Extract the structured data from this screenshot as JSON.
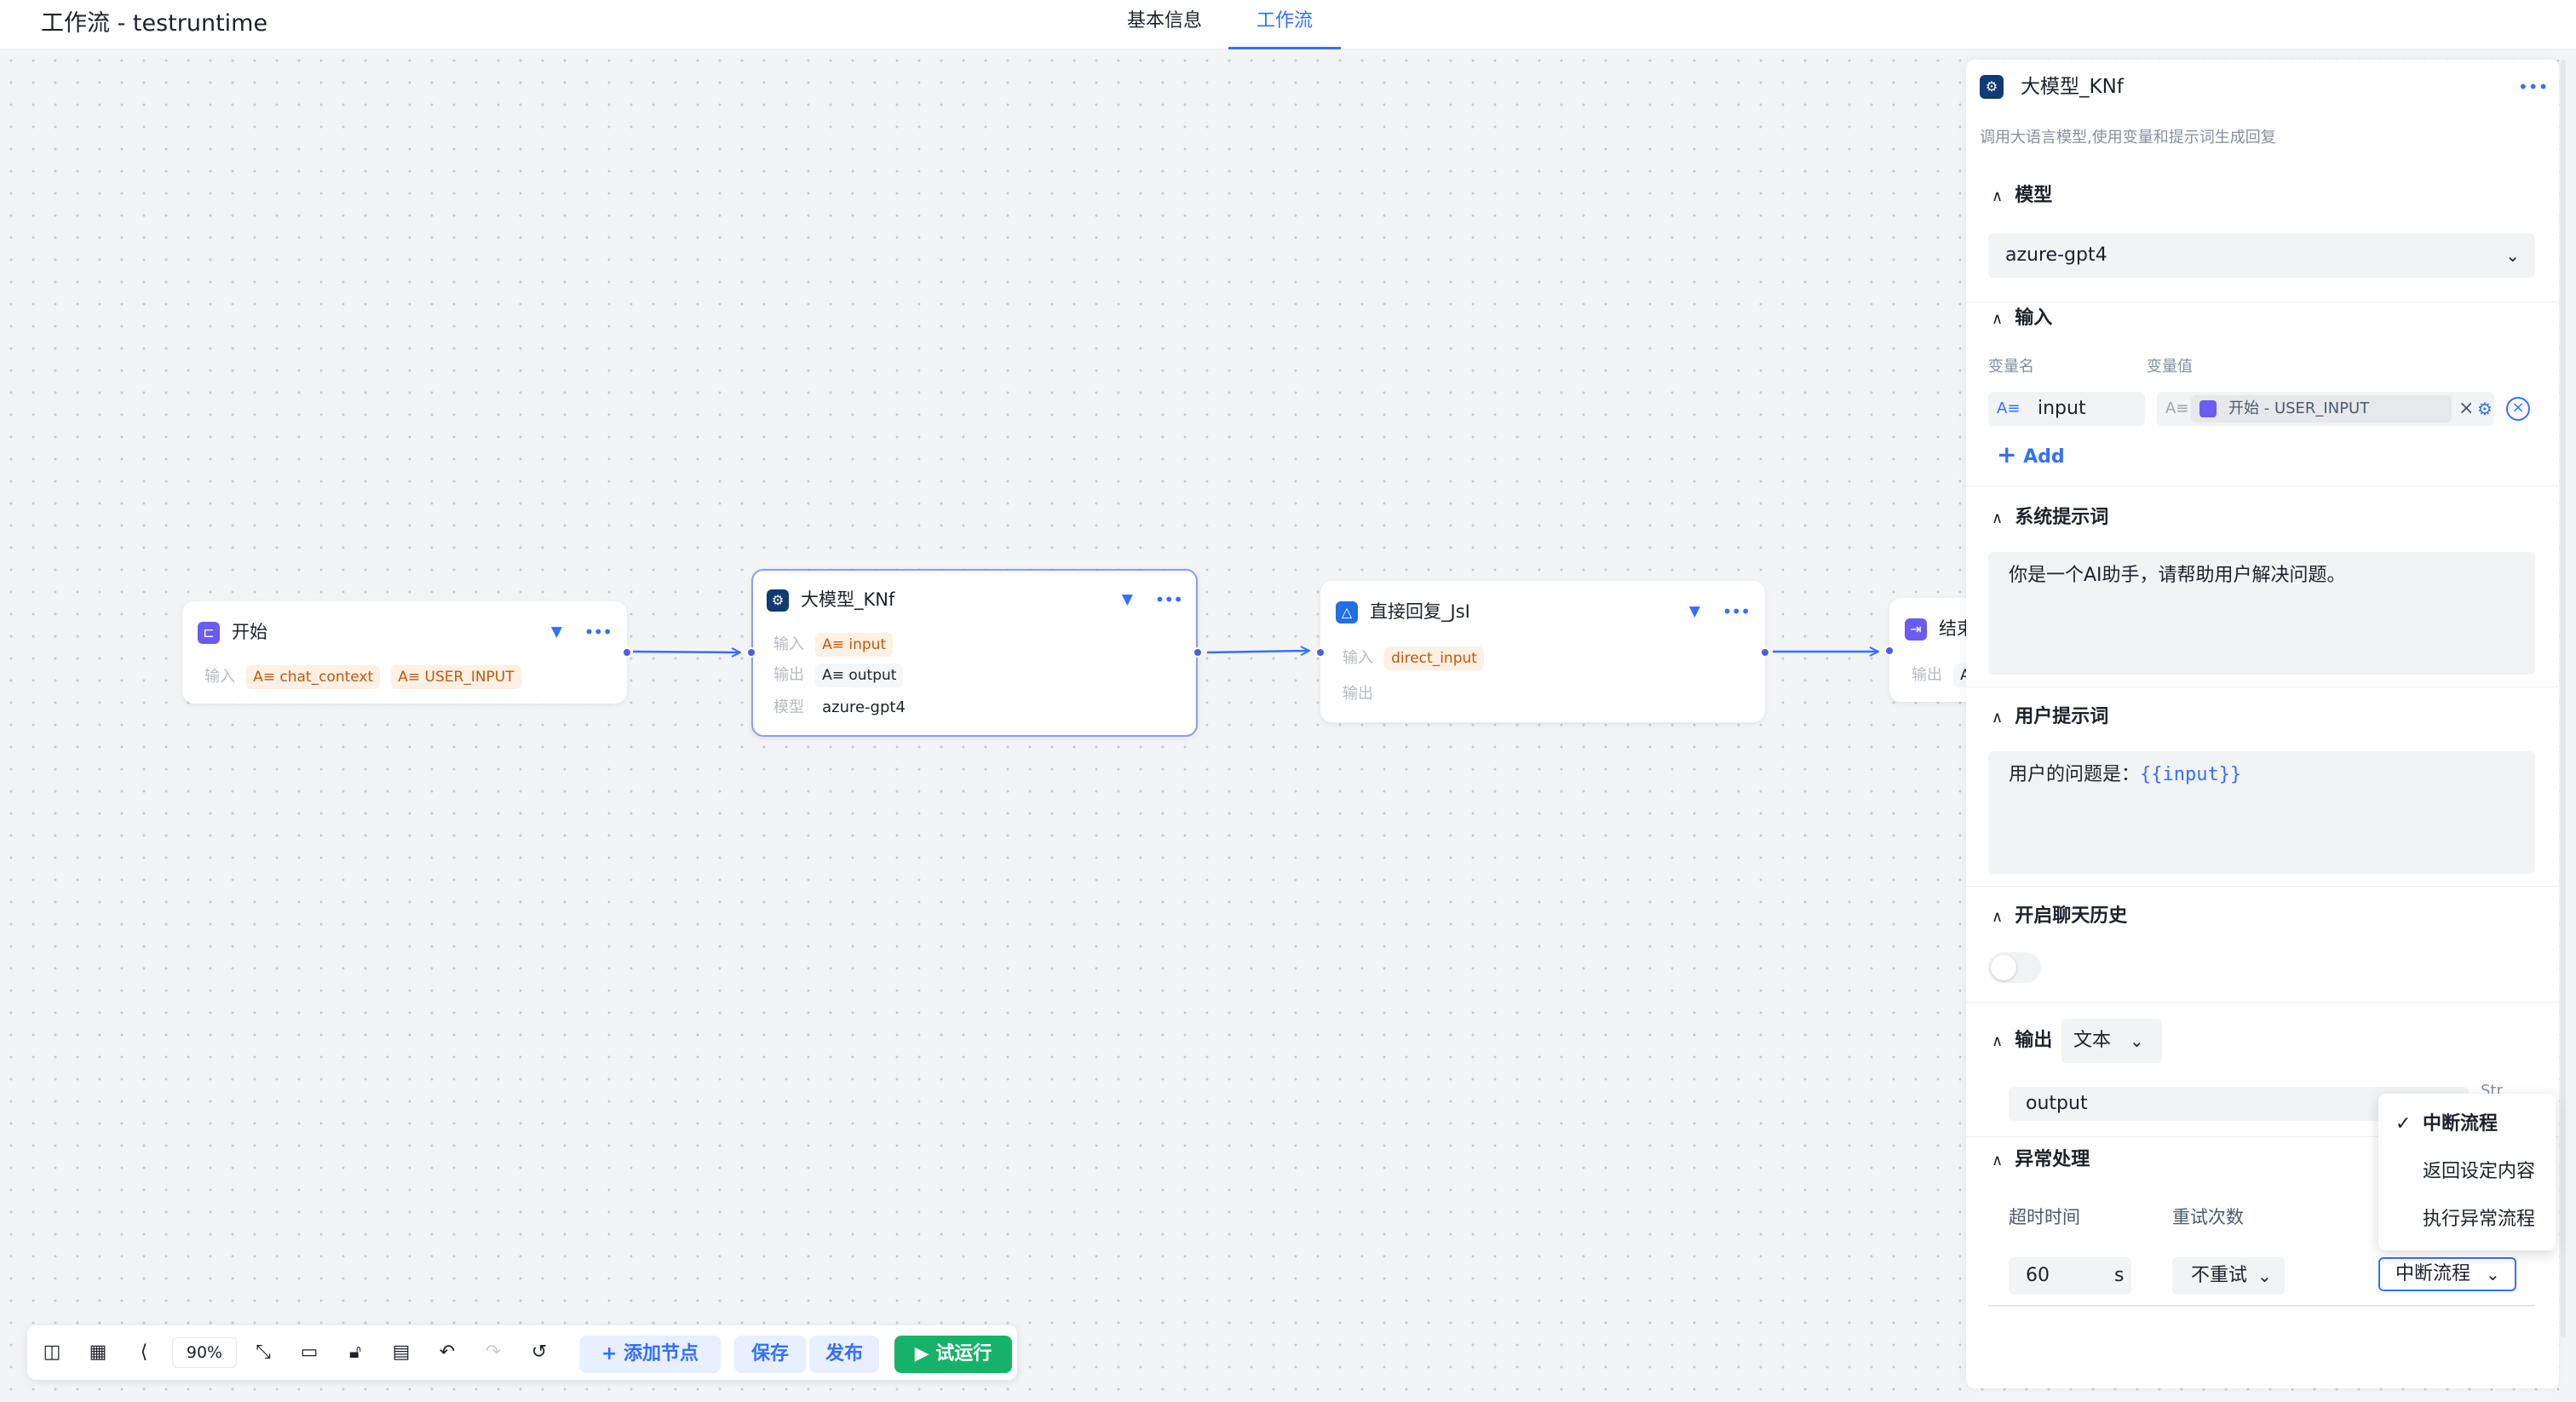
{
  "header": {
    "title": "工作流 - testruntime",
    "tabs": [
      {
        "label": "基本信息"
      },
      {
        "label": "工作流"
      }
    ]
  },
  "nodes": {
    "start": {
      "title": "开始",
      "input_label": "输入",
      "chips": [
        "chat_context",
        "USER_INPUT"
      ]
    },
    "llm": {
      "title": "大模型_KNf",
      "input_label": "输入",
      "input_chip": "input",
      "output_label": "输出",
      "output_chip": "output",
      "model_label": "模型",
      "model": "azure-gpt4"
    },
    "reply": {
      "title": "直接回复_JsI",
      "input_label": "输入",
      "input_chip": "direct_input",
      "output_label": "输出"
    },
    "end": {
      "title": "结束",
      "output_label": "输出",
      "output_chip": "A"
    }
  },
  "panel": {
    "title": "大模型_KNf",
    "description": "调用大语言模型,使用变量和提示词生成回复",
    "model_section": {
      "title": "模型",
      "selected": "azure-gpt4"
    },
    "input_section": {
      "title": "输入",
      "col_name": "变量名",
      "col_value": "变量值",
      "var_name": "input",
      "var_ref": "开始 - USER_INPUT",
      "add_label": "Add"
    },
    "system_prompt": {
      "title": "系统提示词",
      "text": "你是一个AI助手，请帮助用户解决问题。"
    },
    "user_prompt": {
      "title": "用户提示词",
      "text_prefix": "用户的问题是：",
      "var": "{{input}}"
    },
    "chat_history": {
      "title": "开启聊天历史",
      "enabled": false
    },
    "output_section": {
      "title": "输出",
      "format": "文本",
      "field": "output",
      "type_hint": "Str"
    },
    "exception_section": {
      "title": "异常处理",
      "timeout_label": "超时时间",
      "retry_label": "重试次数",
      "timeout_value": "60",
      "timeout_unit": "s",
      "retry_value": "不重试",
      "strategy_value": "中断流程"
    },
    "strategy_options": [
      {
        "label": "中断流程",
        "checked": true
      },
      {
        "label": "返回设定内容",
        "checked": false
      },
      {
        "label": "执行异常流程",
        "checked": false
      }
    ]
  },
  "toolbar": {
    "zoom": "90%",
    "add_node": "添加节点",
    "save": "保存",
    "publish": "发布",
    "run": "试运行"
  },
  "colors": {
    "accent": "#3370ff",
    "run_green": "#17b26a",
    "node_port": "#4e5ae8",
    "chip_orange_bg": "#fdf0e4"
  },
  "icons": [
    "mouse-icon",
    "minimap-icon",
    "connector-icon",
    "fit-view-icon",
    "screen-select-icon",
    "lock-icon",
    "comment-icon",
    "undo-icon",
    "redo-icon",
    "history-icon"
  ]
}
